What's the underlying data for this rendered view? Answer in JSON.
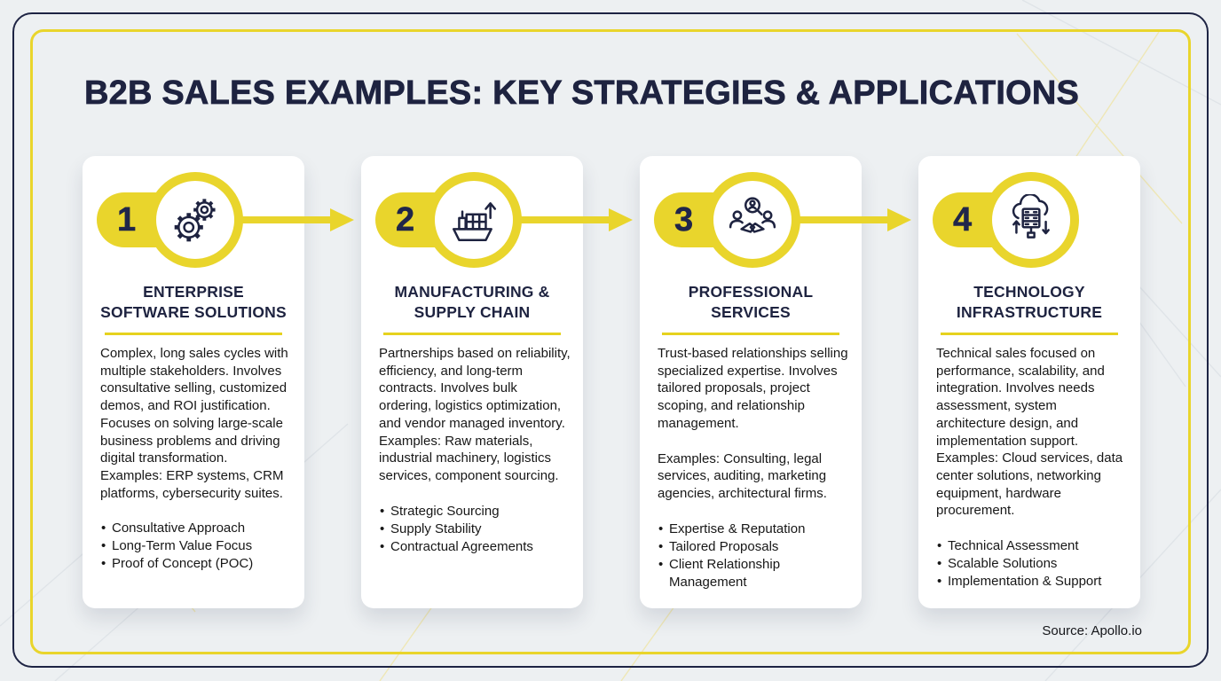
{
  "page": {
    "title": "B2B SALES EXAMPLES: KEY STRATEGIES & APPLICATIONS",
    "source": "Source: Apollo.io"
  },
  "colors": {
    "accent_yellow": "#e9d52c",
    "navy": "#1e2340",
    "page_background": "#edf0f2",
    "card_background": "#ffffff",
    "body_text": "#171717"
  },
  "cards": [
    {
      "number": "1",
      "icon": "gears-icon",
      "title": "ENTERPRISE SOFTWARE SOLUTIONS",
      "title_lines": [
        "ENTERPRISE",
        "SOFTWARE SOLUTIONS"
      ],
      "paragraphs": [
        "Complex, long sales cycles with multiple stakeholders. Involves consultative selling, customized demos, and ROI justification. Focuses on solving large-scale business problems and driving digital transformation. Examples: ERP systems, CRM platforms, cybersecurity suites."
      ],
      "bullets": [
        "Consultative Approach",
        "Long-Term Value Focus",
        "Proof of Concept (POC)"
      ]
    },
    {
      "number": "2",
      "icon": "cargo-ship-icon",
      "title": "MANUFACTURING & SUPPLY CHAIN",
      "title_lines": [
        "MANUFACTURING &",
        "SUPPLY CHAIN"
      ],
      "paragraphs": [
        "Partnerships based on reliability, efficiency, and long-term contracts. Involves bulk ordering, logistics optimization, and vendor managed inventory.",
        "Examples: Raw materials, industrial machinery, logistics services, component sourcing."
      ],
      "bullets": [
        "Strategic Sourcing",
        "Supply Stability",
        "Contractual Agreements"
      ]
    },
    {
      "number": "3",
      "icon": "handshake-icon",
      "title": "PROFESSIONAL SERVICES",
      "title_lines": [
        "PROFESSIONAL",
        "SERVICES"
      ],
      "paragraphs": [
        "Trust-based relationships selling specialized expertise. Involves tailored proposals, project scoping, and relationship management.",
        "Examples: Consulting, legal services, auditing, marketing agencies, architectural firms."
      ],
      "bullets": [
        "Expertise & Reputation",
        "Tailored Proposals",
        "Client Relationship Management"
      ]
    },
    {
      "number": "4",
      "icon": "cloud-server-icon",
      "title": "TECHNOLOGY INFRASTRUCTURE",
      "title_lines": [
        "TECHNOLOGY",
        "INFRASTRUCTURE"
      ],
      "paragraphs": [
        "Technical sales focused on performance, scalability, and integration. Involves needs assessment, system architecture design, and implementation support. Examples: Cloud services, data center solutions, networking equipment, hardware procurement."
      ],
      "bullets": [
        "Technical Assessment",
        "Scalable Solutions",
        "Implementation & Support"
      ]
    }
  ]
}
